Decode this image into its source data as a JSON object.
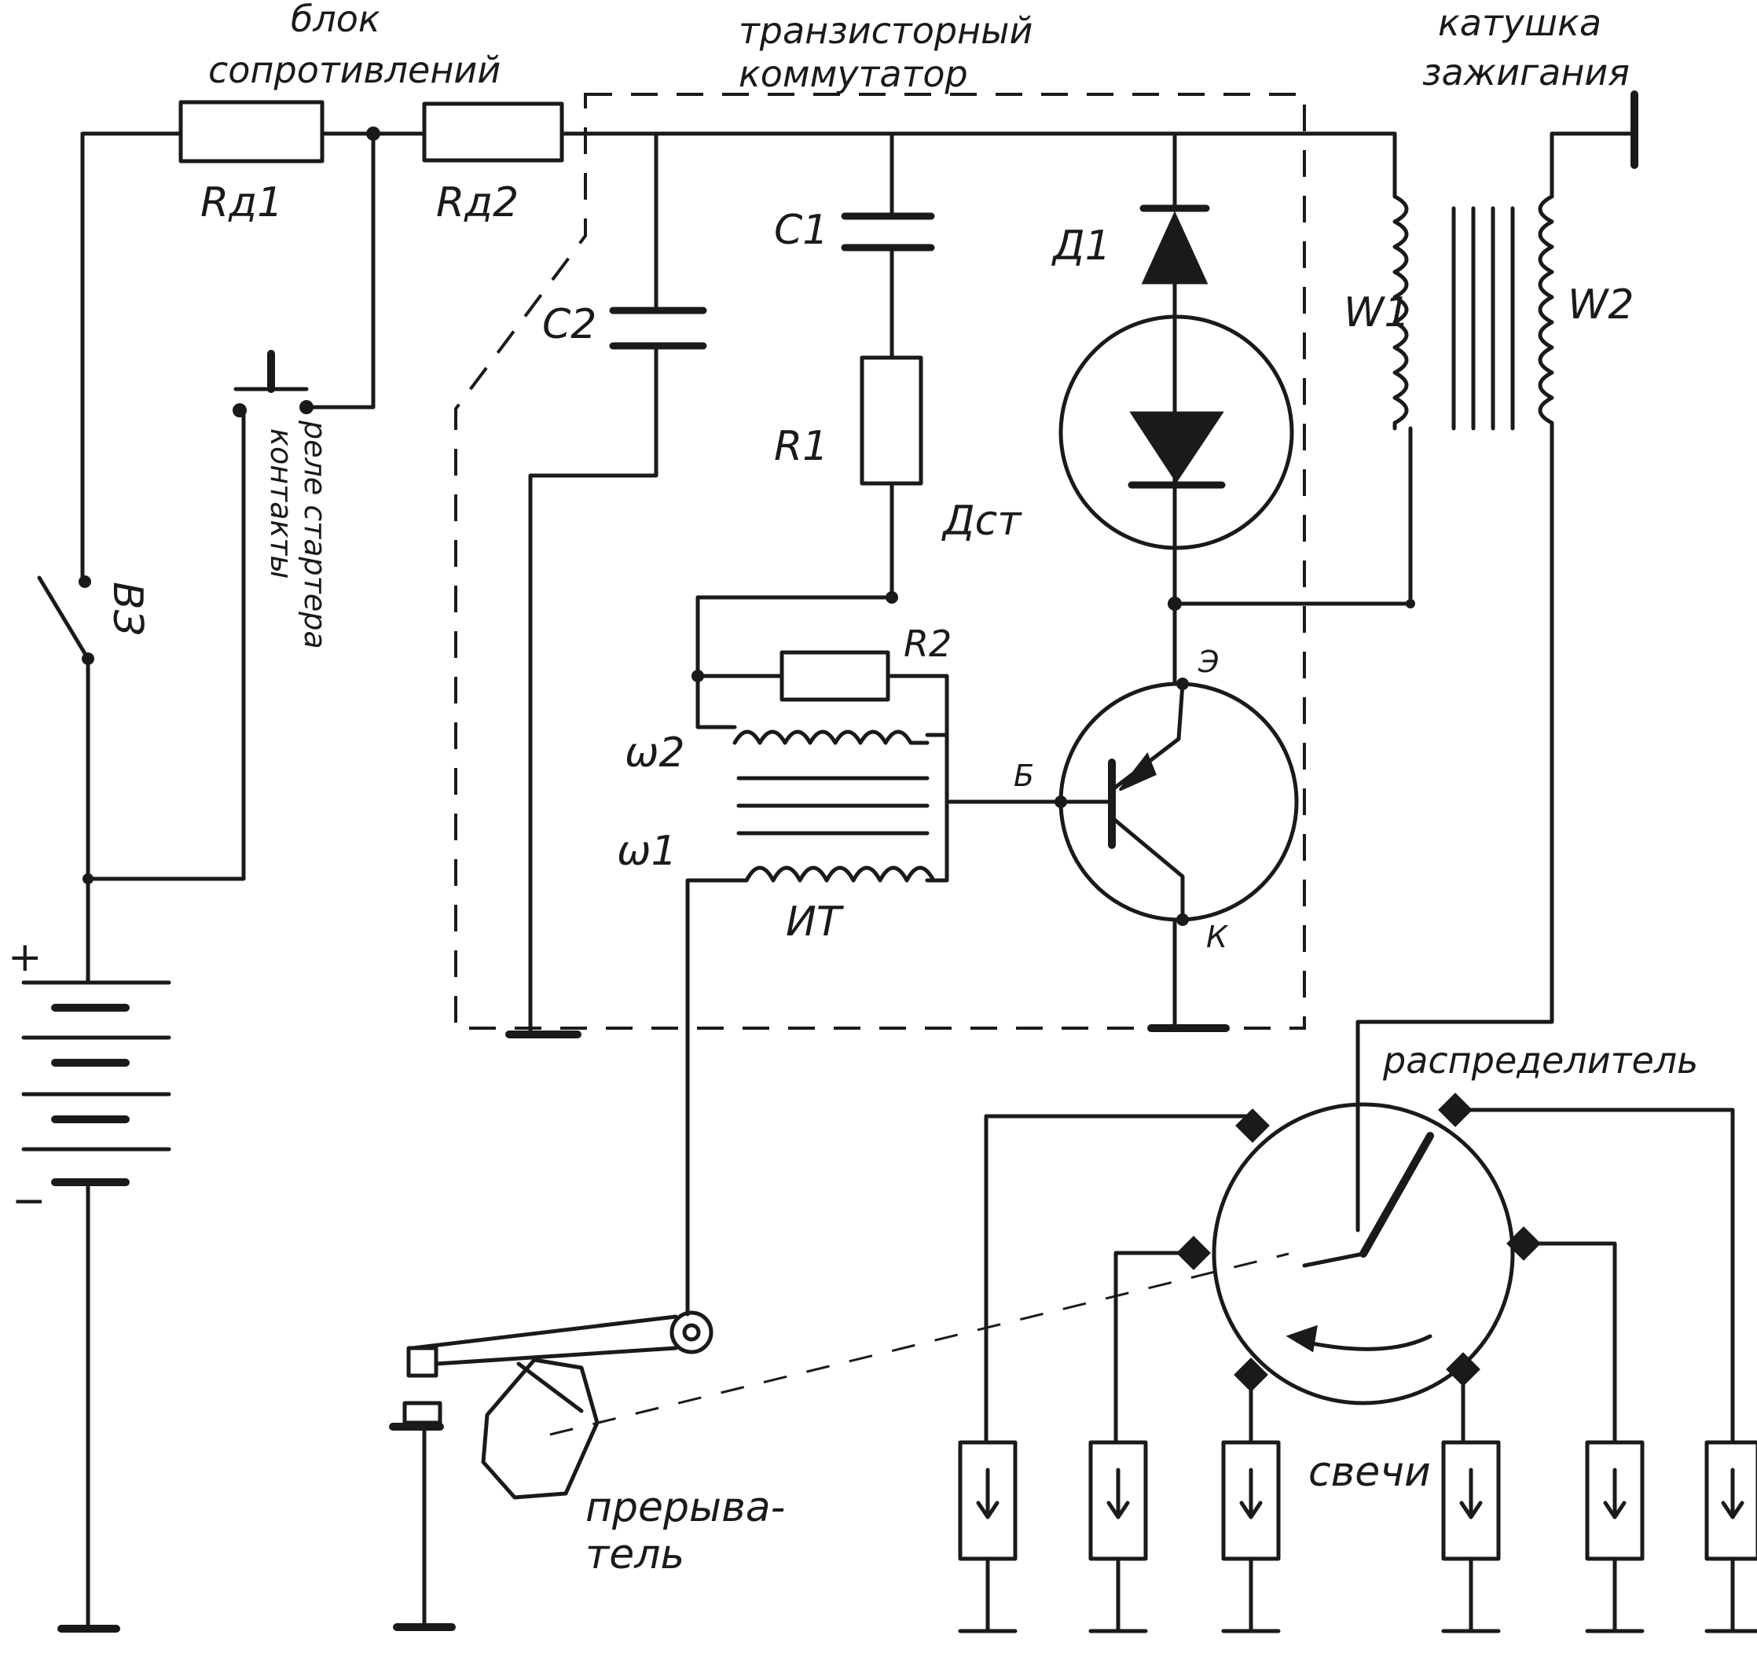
{
  "labels": {
    "resistor_block_line1": "блок",
    "resistor_block_line2": "сопротивлений",
    "commutator_line1": "транзисторный",
    "commutator_line2": "коммутатор",
    "coil_line1": "катушка",
    "coil_line2": "зажигания",
    "rd1": "Rд1",
    "rd2": "Rд2",
    "c1": "C1",
    "c2": "C2",
    "r1": "R1",
    "r2": "R2",
    "d1": "Д1",
    "dst": "Дст",
    "w1_coil": "W1",
    "w2_coil": "W2",
    "w2_pulse": "ω2",
    "w1_pulse": "ω1",
    "it": "ИТ",
    "emitter": "Э",
    "base": "Б",
    "collector": "К",
    "switch": "ВЗ",
    "starter_line1": "контакты",
    "starter_line2": "реле стартера",
    "plus": "+",
    "minus": "−",
    "distributor": "распределитель",
    "spark_plugs": "свечи",
    "breaker_line1": "прерыва-",
    "breaker_line2": "тель"
  }
}
